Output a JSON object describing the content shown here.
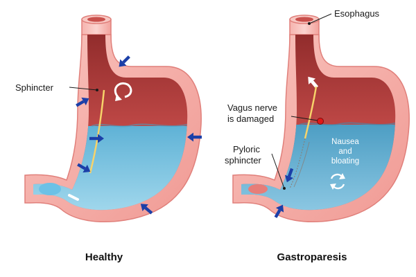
{
  "diagram": {
    "left_panel": {
      "caption": "Healthy",
      "labels": {
        "sphincter": "Sphincter"
      }
    },
    "right_panel": {
      "caption": "Gastroparesis",
      "labels": {
        "esophagus": "Esophagus",
        "vagus_line1": "Vagus nerve",
        "vagus_line2": "is damaged",
        "pyloric_line1": "Pyloric",
        "pyloric_line2": "sphincter",
        "nausea_line1": "Nausea",
        "nausea_line2": "and",
        "nausea_line3": "bloating"
      }
    },
    "colors": {
      "stomach_wall": "#f4a9a4",
      "wall_outline": "#e07f7a",
      "lumen_dark": "#b23a3a",
      "fluid": "#7dc3de",
      "arrow": "#1b3fa8",
      "nerve_dot": "#e01818"
    }
  }
}
